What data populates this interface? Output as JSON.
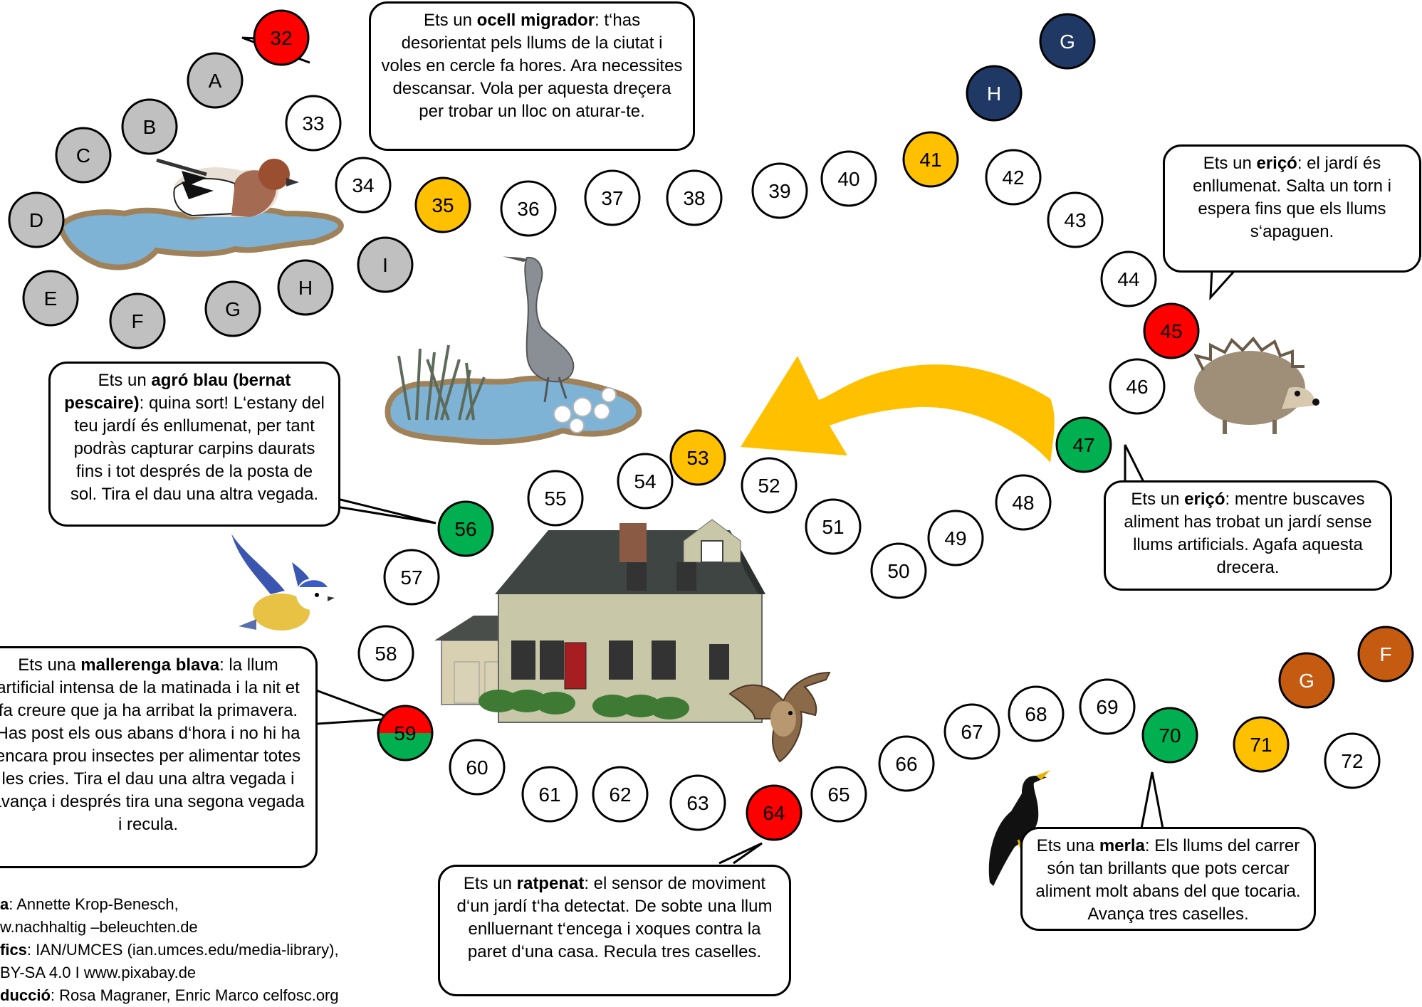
{
  "cells": [
    {
      "label": "32",
      "color": "#ff0000",
      "text_color": "#000"
    },
    {
      "label": "33",
      "color": "#ffffff"
    },
    {
      "label": "34",
      "color": "#ffffff"
    },
    {
      "label": "35",
      "color": "#ffc000"
    },
    {
      "label": "36",
      "color": "#ffffff"
    },
    {
      "label": "37",
      "color": "#ffffff"
    },
    {
      "label": "38",
      "color": "#ffffff"
    },
    {
      "label": "39",
      "color": "#ffffff"
    },
    {
      "label": "40",
      "color": "#ffffff"
    },
    {
      "label": "41",
      "color": "#ffc000"
    },
    {
      "label": "42",
      "color": "#ffffff"
    },
    {
      "label": "43",
      "color": "#ffffff"
    },
    {
      "label": "44",
      "color": "#ffffff"
    },
    {
      "label": "45",
      "color": "#ff0000"
    },
    {
      "label": "46",
      "color": "#ffffff"
    },
    {
      "label": "47",
      "color": "#00b050"
    },
    {
      "label": "48",
      "color": "#ffffff"
    },
    {
      "label": "49",
      "color": "#ffffff"
    },
    {
      "label": "50",
      "color": "#ffffff"
    },
    {
      "label": "51",
      "color": "#ffffff"
    },
    {
      "label": "52",
      "color": "#ffffff"
    },
    {
      "label": "53",
      "color": "#ffc000"
    },
    {
      "label": "54",
      "color": "#ffffff"
    },
    {
      "label": "55",
      "color": "#ffffff"
    },
    {
      "label": "56",
      "color": "#00b050"
    },
    {
      "label": "57",
      "color": "#ffffff"
    },
    {
      "label": "58",
      "color": "#ffffff"
    },
    {
      "label": "59",
      "color": "split-red-green"
    },
    {
      "label": "60",
      "color": "#ffffff"
    },
    {
      "label": "61",
      "color": "#ffffff"
    },
    {
      "label": "62",
      "color": "#ffffff"
    },
    {
      "label": "63",
      "color": "#ffffff"
    },
    {
      "label": "64",
      "color": "#ff0000"
    },
    {
      "label": "65",
      "color": "#ffffff"
    },
    {
      "label": "66",
      "color": "#ffffff"
    },
    {
      "label": "67",
      "color": "#ffffff"
    },
    {
      "label": "68",
      "color": "#ffffff"
    },
    {
      "label": "69",
      "color": "#ffffff"
    },
    {
      "label": "70",
      "color": "#00b050"
    },
    {
      "label": "71",
      "color": "#ffc000"
    },
    {
      "label": "72",
      "color": "#ffffff"
    }
  ],
  "start_cells": [
    "A",
    "B",
    "C",
    "D",
    "E",
    "F",
    "G",
    "H",
    "I"
  ],
  "start_color": "#c0c0c0",
  "home_blue": [
    "G",
    "H"
  ],
  "home_blue_color": "#1f3864",
  "home_brown": [
    "F",
    "G"
  ],
  "home_brown_color": "#c55a11",
  "bubbles": {
    "ocell": {
      "pre": "Ets un ",
      "bold": "ocell migrador",
      "post": ": t‘has desorientat pels llums de la ciutat i voles en cercle fa hores. Ara necessites descansar. Vola per aquesta dreçera per  trobar un lloc on aturar-te."
    },
    "erico1": {
      "pre": "Ets un ",
      "bold": "eriçó",
      "post": ": el jardí és enllumenat. Salta un torn i espera fins que els llums s‘apaguen."
    },
    "agro": {
      "pre": "Ets un ",
      "bold": "agró blau (bernat pescaire)",
      "post": ": quina sort! L‘estany del teu jardí és enllumenat, per tant podràs capturar carpins daurats fins i tot després de la posta de sol. Tira el dau una altra vegada."
    },
    "erico2": {
      "pre": "Ets un ",
      "bold": "eriçó",
      "post": ": mentre buscaves aliment has trobat un jardí sense llums artificials. Agafa aquesta drecera."
    },
    "mallerenga": {
      "pre": "Ets una ",
      "bold": "mallerenga blava",
      "post": ": la llum artificial intensa de la matinada i la nit et fa creure que ja ha arribat la primavera. Has post els ous abans d‘hora i no hi ha encara prou insectes per alimentar totes les cries. Tira el dau una altra vegada i avança i després tira una segona vegada i recula."
    },
    "ratpenat": {
      "pre": "Ets un ",
      "bold": "ratpenat",
      "post": ": el sensor de moviment d‘un jardí t‘ha detectat. De sobte una llum enlluernant t‘encega i xoques contra la paret d‘una casa. Recula tres caselles."
    },
    "merla": {
      "pre": "Ets una ",
      "bold": "merla",
      "post": ": Els llums del carrer són tan brillants que pots cercar aliment molt abans del que tocaria. Avança tres caselles."
    }
  },
  "credits": {
    "line1_bold": "a",
    "line1": ": Annette Krop-Benesch,",
    "line2": "w.nachhaltig –beleuchten.de",
    "line3_bold": "fics",
    "line3": ": IAN/UMCES (ian.umces.edu/media-library),",
    "line4": "BY-SA 4.0 I www.pixabay.de",
    "line5_bold": "ducció",
    "line5": ": Rosa Magraner, Enric Marco celfosc.org"
  },
  "colors": {
    "arrow": "#ffc000",
    "water": "#7fb3d5",
    "water_dark": "#a0825a"
  }
}
